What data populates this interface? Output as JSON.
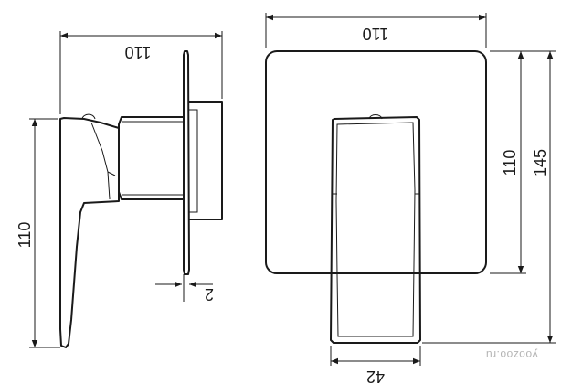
{
  "dimensions": {
    "side_width": "110",
    "side_height": "110",
    "wall_gap": "2",
    "front_width": "110",
    "front_inner_height": "110",
    "front_total_height": "145",
    "handle_width": "42"
  },
  "watermark": "yoozoo.ru",
  "colors": {
    "line": "#1a1a1a",
    "background": "#ffffff",
    "watermark": "#b4b4b4"
  }
}
